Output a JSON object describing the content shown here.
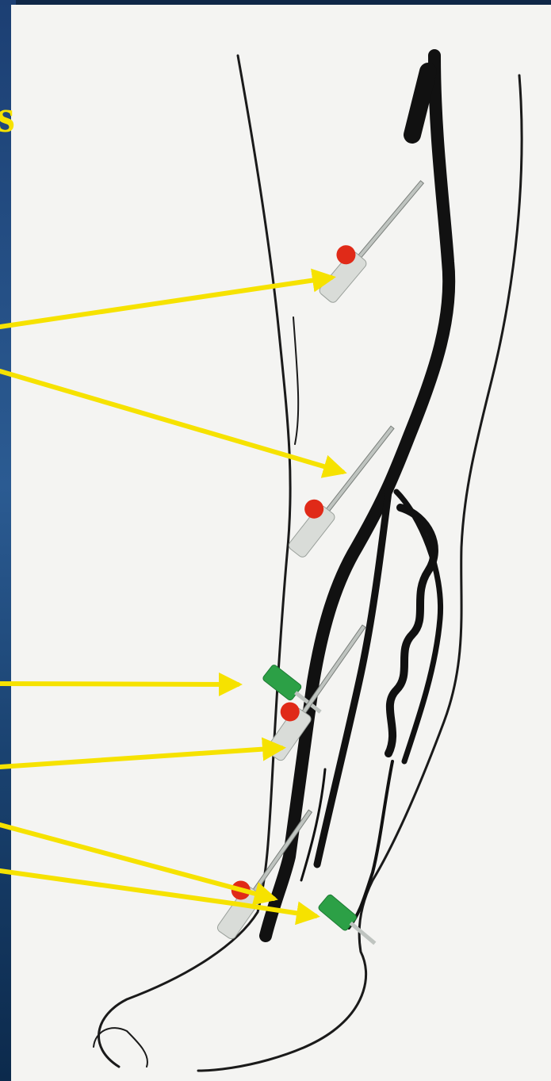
{
  "slide": {
    "heading_fragment": "s",
    "colors": {
      "background": "#0f2747",
      "paper": "#f4f4f2",
      "arrow": "#f6e200",
      "vein": "#111111",
      "cannula_red": "#e02a18",
      "cannula_green": "#2ca046",
      "cannula_body": "#d9dcd8"
    }
  },
  "diagram": {
    "subject": "leg-vein-illustration",
    "cannulas": [
      {
        "id": "cannula-thigh",
        "color_key": "cannula_red"
      },
      {
        "id": "cannula-knee",
        "color_key": "cannula_red"
      },
      {
        "id": "cannula-upper-calf-green",
        "color_key": "cannula_green"
      },
      {
        "id": "cannula-upper-calf-red",
        "color_key": "cannula_red"
      },
      {
        "id": "cannula-ankle-red",
        "color_key": "cannula_red"
      },
      {
        "id": "cannula-ankle-green",
        "color_key": "cannula_green"
      }
    ],
    "arrow_count": 6
  }
}
